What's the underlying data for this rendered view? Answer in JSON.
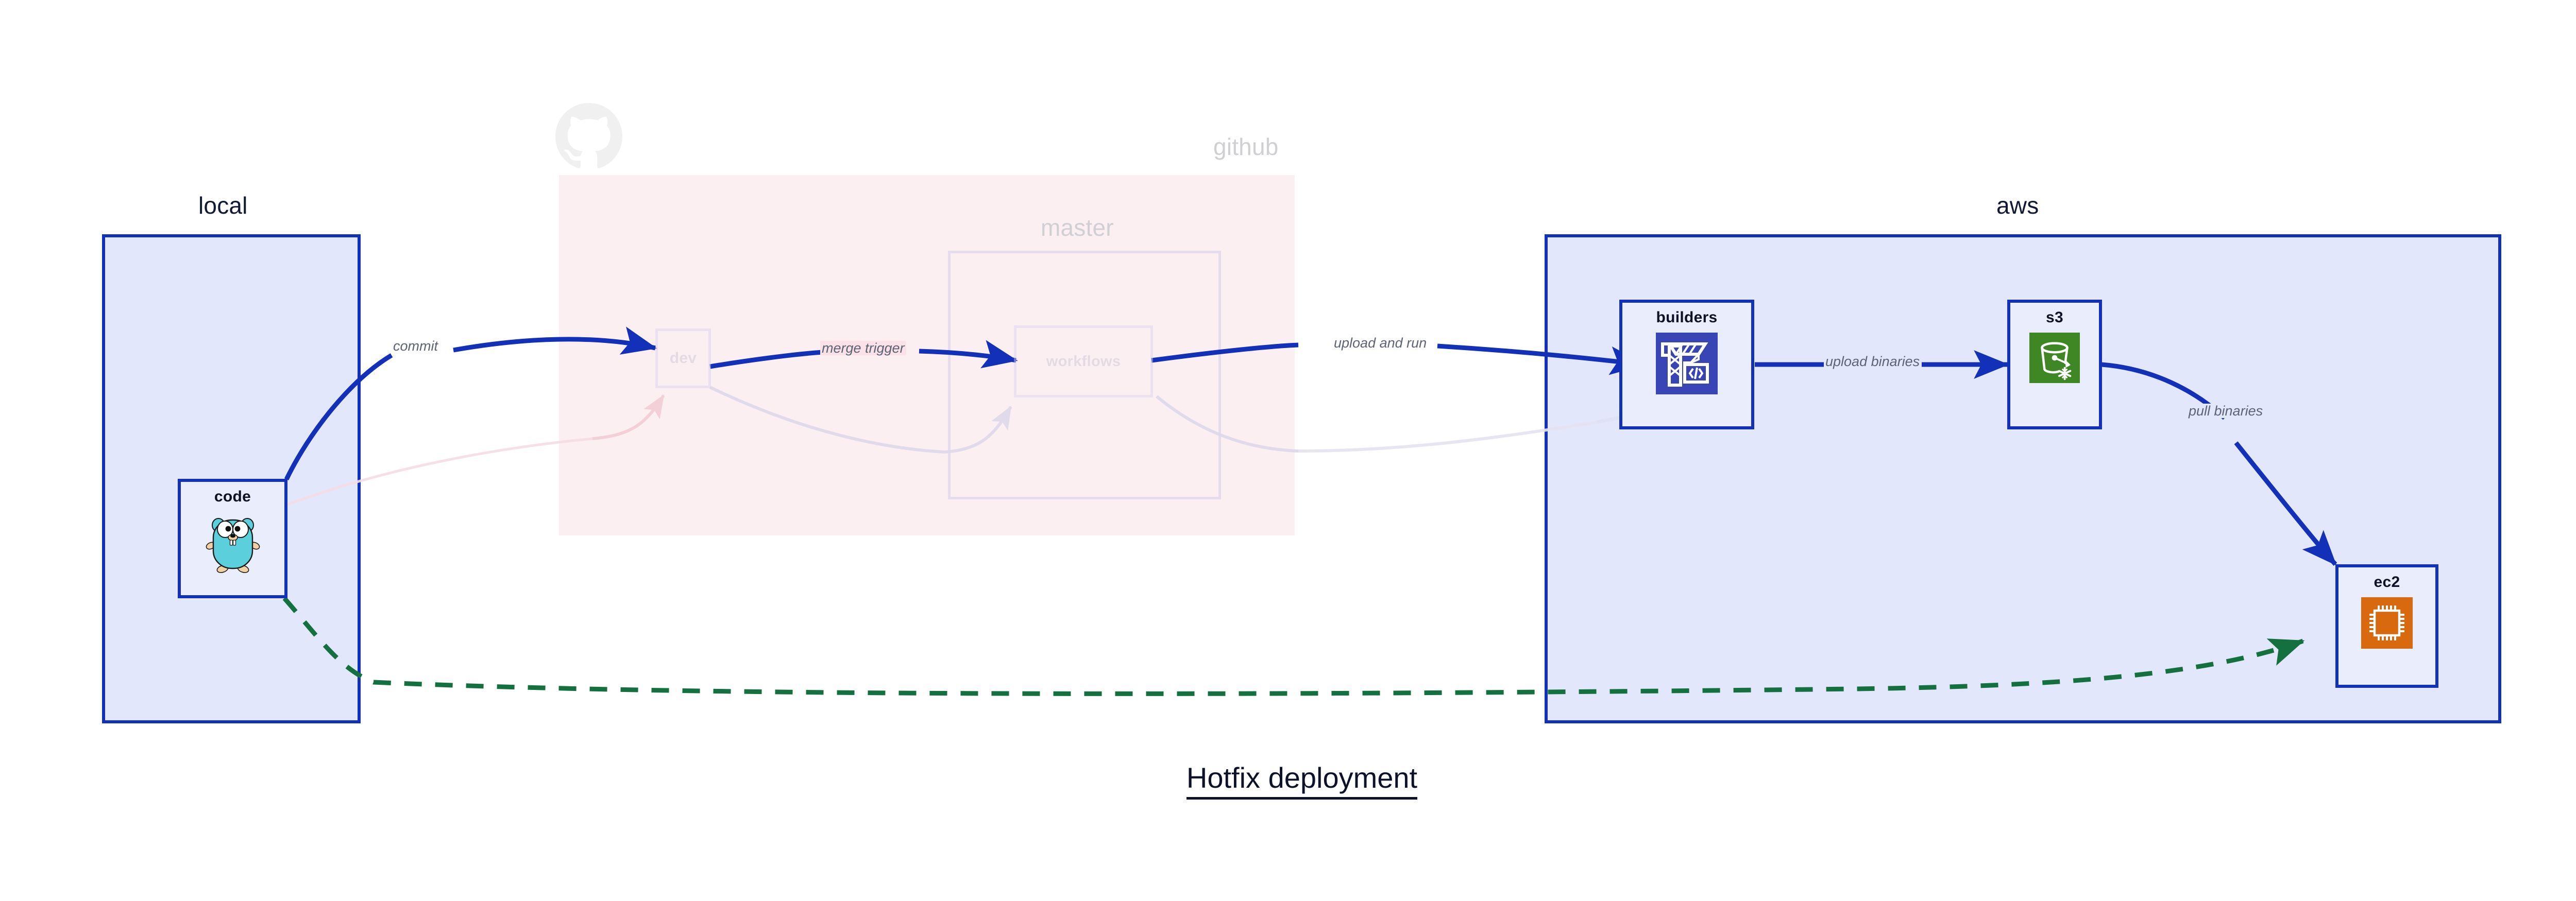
{
  "title": "Hotfix deployment",
  "clusters": [
    {
      "key": "local",
      "label": "local",
      "color": "#1230b8",
      "fill": "#e2e7fb"
    },
    {
      "key": "github",
      "label": "github",
      "color": "#cfcfd4",
      "fill": "#fae2e8"
    },
    {
      "key": "master",
      "label": "master",
      "color": "#c9c3e4",
      "fill": "transparent"
    },
    {
      "key": "aws",
      "label": "aws",
      "color": "#1230b8",
      "fill": "#e2e7fb"
    }
  ],
  "nodes": [
    {
      "key": "code",
      "label": "code",
      "icon": "go-gopher-icon",
      "cluster": "local",
      "state": "active"
    },
    {
      "key": "dev",
      "label": "dev",
      "icon": "none",
      "cluster": "github",
      "state": "faded"
    },
    {
      "key": "workflows",
      "label": "workflows",
      "icon": "none",
      "cluster": "master",
      "state": "faded"
    },
    {
      "key": "builders",
      "label": "builders",
      "icon": "aws-codebuild-icon",
      "cluster": "aws",
      "state": "active"
    },
    {
      "key": "s3",
      "label": "s3",
      "icon": "aws-s3-glacier-icon",
      "cluster": "aws",
      "state": "active"
    },
    {
      "key": "ec2",
      "label": "ec2",
      "icon": "aws-ec2-icon",
      "cluster": "aws",
      "state": "active"
    }
  ],
  "edges": [
    {
      "key": "commit",
      "label": "commit",
      "from": "code",
      "to": "dev",
      "style": "solid",
      "color": "#1230b8"
    },
    {
      "key": "merge-trigger",
      "label": "merge trigger",
      "from": "dev",
      "to": "workflows",
      "style": "solid",
      "color": "#1230b8"
    },
    {
      "key": "upload-and-run",
      "label": "upload and run",
      "from": "workflows",
      "to": "builders",
      "style": "solid",
      "color": "#1230b8"
    },
    {
      "key": "upload-binaries",
      "label": "upload binaries",
      "from": "builders",
      "to": "s3",
      "style": "solid",
      "color": "#1230b8"
    },
    {
      "key": "pull-binaries",
      "label": "pull binaries",
      "from": "s3",
      "to": "ec2",
      "style": "solid",
      "color": "#1230b8"
    },
    {
      "key": "hotfix-path",
      "label": "",
      "from": "code",
      "to": "ec2",
      "style": "dashed",
      "color": "#14713f"
    }
  ],
  "colors": {
    "edge_blue": "#1230b8",
    "edge_green": "#14713f",
    "cluster_blue_fill": "#e2e7fb",
    "cluster_pink_fill": "#fae2e8",
    "node_fill": "#eaeefc",
    "label_gray": "#5d6374",
    "text_dark": "#0d1228",
    "go_cyan": "#5bcfdb",
    "aws_orange": "#d9690f",
    "aws_green": "#3f8624",
    "aws_indigo": "#3a45b5"
  },
  "icon_names": {
    "github": "github-octocat-icon",
    "code": "go-gopher-icon",
    "builders": "aws-codebuild-icon",
    "s3": "aws-s3-glacier-icon",
    "ec2": "aws-ec2-icon"
  }
}
